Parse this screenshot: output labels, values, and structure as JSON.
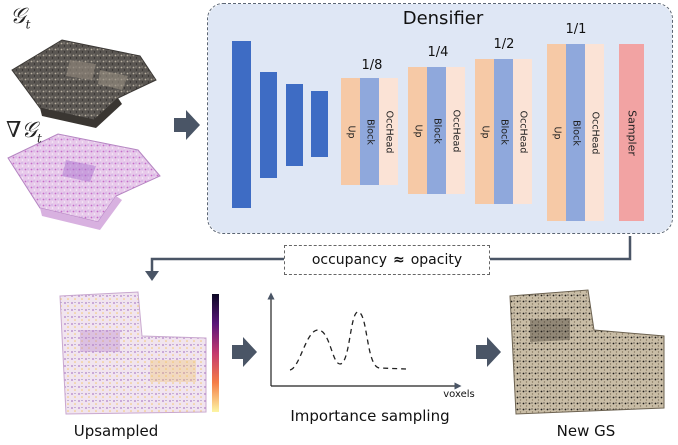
{
  "inputs": {
    "g_label": "𝒢",
    "g_sub": "t",
    "grad_label": "∇𝒢",
    "grad_sub": "t"
  },
  "densifier": {
    "title": "Densifier",
    "stages": [
      {
        "scale": "1/8",
        "up": "Up",
        "block": "Block",
        "head": "OccHead"
      },
      {
        "scale": "1/4",
        "up": "Up",
        "block": "Block",
        "head": "OccHead"
      },
      {
        "scale": "1/2",
        "up": "Up",
        "block": "Block",
        "head": "OccHead"
      },
      {
        "scale": "1/1",
        "up": "Up",
        "block": "Block",
        "head": "OccHead"
      }
    ],
    "sampler": "Sampler"
  },
  "relation": {
    "left": "occupancy",
    "symbol": "≈",
    "right": "opacity"
  },
  "bottom": {
    "upsampled": "Upsampled",
    "importance": "Importance sampling",
    "axis_label": "voxels",
    "new_gs": "New GS"
  },
  "colors": {
    "panel_bg": "#dfe7f5",
    "encoder": "#3e6cc4",
    "up": "#f6c9a6",
    "block": "#8fa8dc",
    "head": "#fbe3d6",
    "sampler": "#f2a3a3",
    "arrow": "#4a5566"
  }
}
